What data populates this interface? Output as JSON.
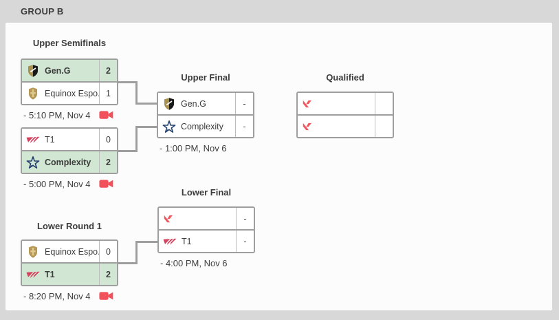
{
  "header": {
    "title": "GROUP B"
  },
  "colors": {
    "page_bg": "#d8d8d8",
    "panel_bg": "#fcfcfc",
    "box_border": "#9e9e9e",
    "winner_bg": "#d2e7d3",
    "connector": "#9e9e9e",
    "stream_icon_red": "#f1515a",
    "valorant_red": "#f0565e",
    "complexity_navy": "#24406e",
    "geng_gold": "#a8914f",
    "equinox_gold": "#b69756",
    "t1_red": "#d5405c"
  },
  "rounds": [
    {
      "title": "Upper Semifinals",
      "matches": [
        {
          "time": "- 5:10 PM, Nov 4",
          "stream_icon": "videocam-icon",
          "teams": [
            {
              "name": "Gen.G",
              "score": "2",
              "logo": "geng-logo",
              "winner": true
            },
            {
              "name": "Equinox Espo...",
              "score": "1",
              "logo": "equinox-logo",
              "winner": false
            }
          ]
        },
        {
          "time": "- 5:00 PM, Nov 4",
          "stream_icon": "videocam-icon",
          "teams": [
            {
              "name": "T1",
              "score": "0",
              "logo": "t1-logo",
              "winner": false
            },
            {
              "name": "Complexity",
              "score": "2",
              "logo": "complexity-logo",
              "winner": true
            }
          ]
        }
      ]
    },
    {
      "title": "Upper Final",
      "matches": [
        {
          "time": "- 1:00 PM, Nov 6",
          "teams": [
            {
              "name": "Gen.G",
              "score": "-",
              "logo": "geng-logo",
              "winner": false
            },
            {
              "name": "Complexity",
              "score": "-",
              "logo": "complexity-logo",
              "winner": false
            }
          ]
        }
      ]
    },
    {
      "title": "Qualified",
      "matches": [
        {
          "teams": [
            {
              "name": "",
              "score": "",
              "logo": "valorant-logo",
              "winner": false
            },
            {
              "name": "",
              "score": "",
              "logo": "valorant-logo",
              "winner": false
            }
          ]
        }
      ]
    },
    {
      "title": "Lower Final",
      "matches": [
        {
          "time": "- 4:00 PM, Nov 6",
          "teams": [
            {
              "name": "",
              "score": "-",
              "logo": "valorant-logo",
              "winner": false
            },
            {
              "name": "T1",
              "score": "-",
              "logo": "t1-logo",
              "winner": false
            }
          ]
        }
      ]
    },
    {
      "title": "Lower Round 1",
      "matches": [
        {
          "time": "- 8:20 PM, Nov 4",
          "stream_icon": "videocam-icon",
          "teams": [
            {
              "name": "Equinox Espo...",
              "score": "0",
              "logo": "equinox-logo",
              "winner": false
            },
            {
              "name": "T1",
              "score": "2",
              "logo": "t1-logo",
              "winner": true
            }
          ]
        }
      ]
    }
  ]
}
